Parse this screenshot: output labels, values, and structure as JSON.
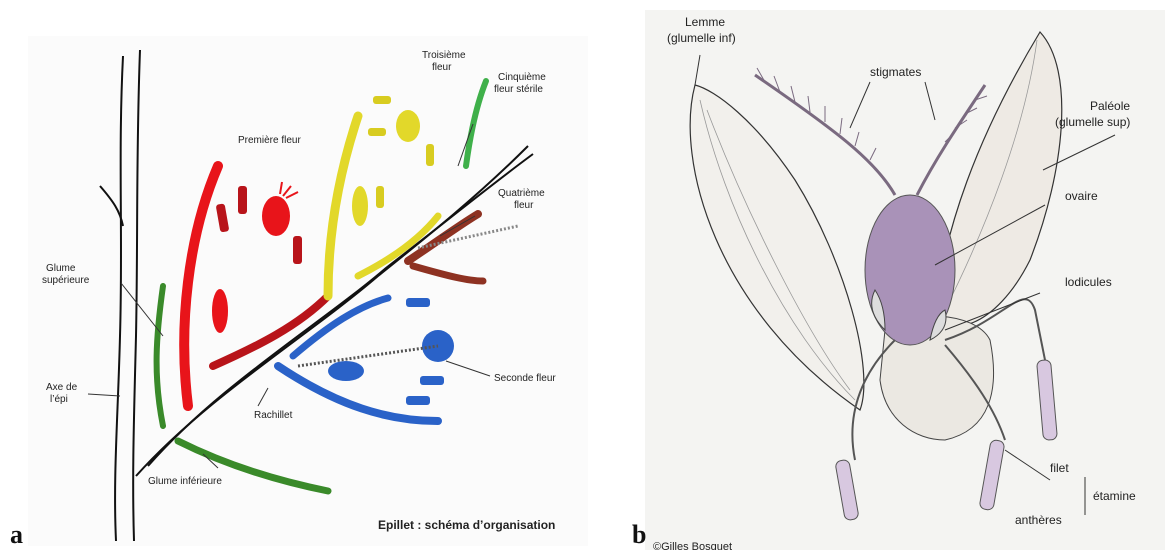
{
  "panel_a": {
    "letter": "a",
    "caption": "Epillet : schéma d’organisation",
    "labels": {
      "premiere_fleur": "Première fleur",
      "troisieme_fleur_l1": "Troisième",
      "troisieme_fleur_l2": "fleur",
      "cinquieme_l1": "Cinquième",
      "cinquieme_l2": "fleur stérile",
      "quatrieme_l1": "Quatrième",
      "quatrieme_l2": "fleur",
      "glume_sup_l1": "Glume",
      "glume_sup_l2": "supérieure",
      "axe_l1": "Axe de",
      "axe_l2": "l’épi",
      "rachillet": "Rachillet",
      "seconde_fleur": "Seconde fleur",
      "glume_inf": "Glume inférieure"
    },
    "colors": {
      "premiere": "#e8141a",
      "seconde": "#2a62c8",
      "troisieme": "#e2d82a",
      "quatrieme": "#8e3222",
      "cinquieme": "#3fb04a",
      "glume_inferieure": "#3a8a2a"
    }
  },
  "panel_b": {
    "letter": "b",
    "labels": {
      "lemme_l1": "Lemme",
      "lemme_l2": "(glumelle inf)",
      "stigmates": "stigmates",
      "paleole_l1": "Paléole",
      "paleole_l2": "(glumelle sup)",
      "ovaire": "ovaire",
      "lodicules": "lodicules",
      "filet": "filet",
      "etamine": "étamine",
      "antheres": "anthères",
      "credit": "©Gilles Bosquet"
    },
    "colors": {
      "ovary": "#a992b8",
      "anther": "#d8c8e0"
    }
  }
}
